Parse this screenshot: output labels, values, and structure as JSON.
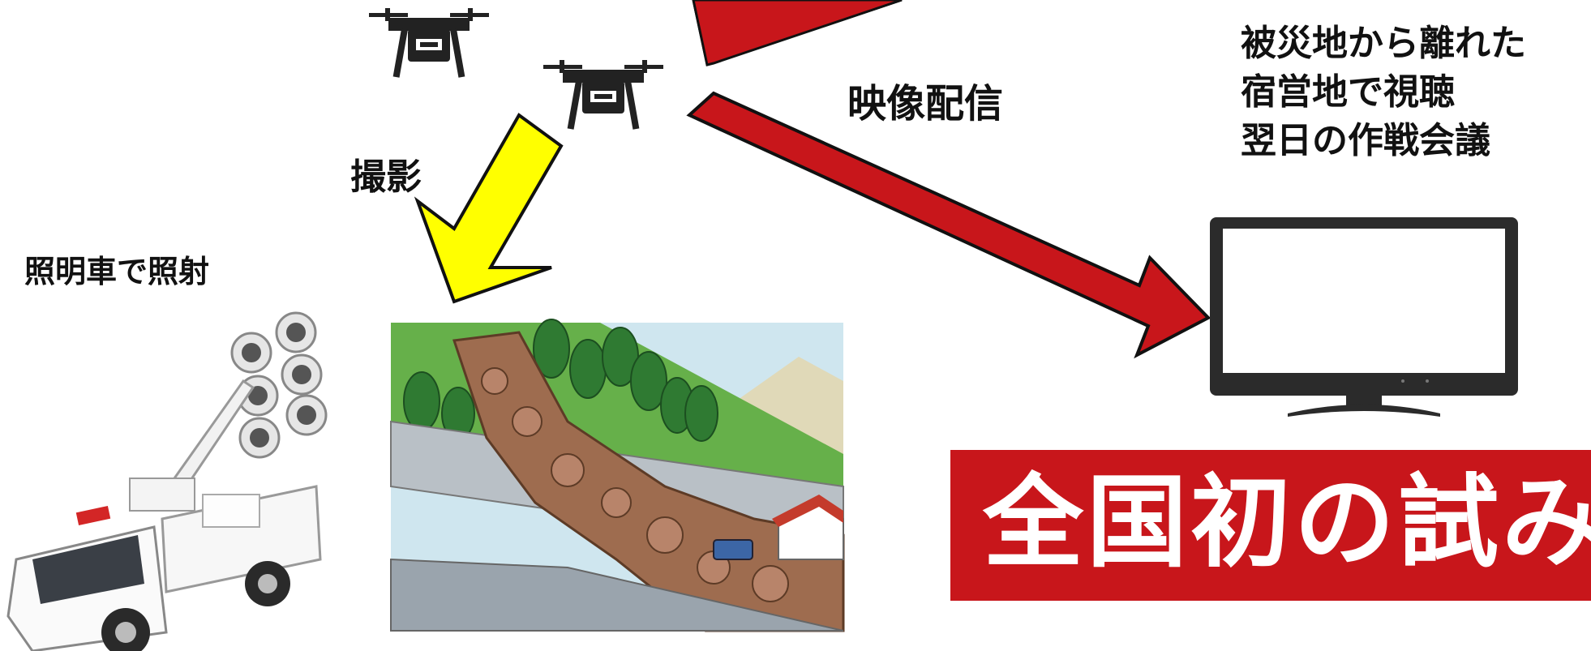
{
  "labels": {
    "lighting": "照明車で照射",
    "shoot": "撮影",
    "stream": "映像配信",
    "remote_lines": [
      "被災地から離れた",
      "宿営地で視聴",
      "翌日の作戦会議"
    ]
  },
  "banner": {
    "text": "全国初の試み"
  },
  "icons": [
    "drone-icon",
    "drone-icon",
    "lighting-truck-icon",
    "landslide-illustration",
    "monitor-icon"
  ],
  "colors": {
    "red_arrow": "#c8161b",
    "yellow_arrow": "#ffff00",
    "banner_bg": "#c8161b",
    "banner_text": "#ffffff"
  }
}
